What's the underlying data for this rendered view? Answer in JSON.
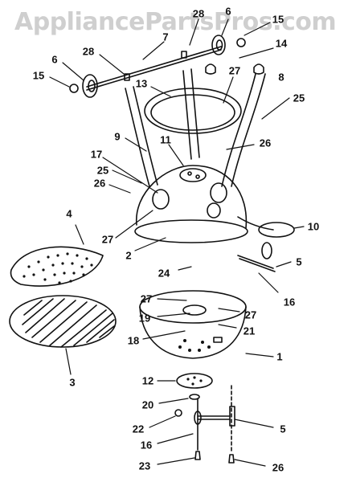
{
  "watermark": "AppliancePartsPros.com",
  "callouts": [
    {
      "id": "c28a",
      "label": "28"
    },
    {
      "id": "c6a",
      "label": "6"
    },
    {
      "id": "c15a",
      "label": "15"
    },
    {
      "id": "c7",
      "label": "7"
    },
    {
      "id": "c14",
      "label": "14"
    },
    {
      "id": "c6b",
      "label": "6"
    },
    {
      "id": "c28b",
      "label": "28"
    },
    {
      "id": "c15b",
      "label": "15"
    },
    {
      "id": "c13",
      "label": "13"
    },
    {
      "id": "c27a",
      "label": "27"
    },
    {
      "id": "c8",
      "label": "8"
    },
    {
      "id": "c25a",
      "label": "25"
    },
    {
      "id": "c9",
      "label": "9"
    },
    {
      "id": "c11",
      "label": "11"
    },
    {
      "id": "c26a",
      "label": "26"
    },
    {
      "id": "c17",
      "label": "17"
    },
    {
      "id": "c25b",
      "label": "25"
    },
    {
      "id": "c26b",
      "label": "26"
    },
    {
      "id": "c4",
      "label": "4"
    },
    {
      "id": "c10",
      "label": "10"
    },
    {
      "id": "c27b",
      "label": "27"
    },
    {
      "id": "c2",
      "label": "2"
    },
    {
      "id": "c5a",
      "label": "5"
    },
    {
      "id": "c24",
      "label": "24"
    },
    {
      "id": "c16a",
      "label": "16"
    },
    {
      "id": "c27c",
      "label": "27"
    },
    {
      "id": "c27d",
      "label": "27"
    },
    {
      "id": "c19",
      "label": "19"
    },
    {
      "id": "c21",
      "label": "21"
    },
    {
      "id": "c18",
      "label": "18"
    },
    {
      "id": "c1",
      "label": "1"
    },
    {
      "id": "c3",
      "label": "3"
    },
    {
      "id": "c12",
      "label": "12"
    },
    {
      "id": "c20",
      "label": "20"
    },
    {
      "id": "c22",
      "label": "22"
    },
    {
      "id": "c5b",
      "label": "5"
    },
    {
      "id": "c16b",
      "label": "16"
    },
    {
      "id": "c23",
      "label": "23"
    },
    {
      "id": "c26c",
      "label": "26"
    }
  ]
}
